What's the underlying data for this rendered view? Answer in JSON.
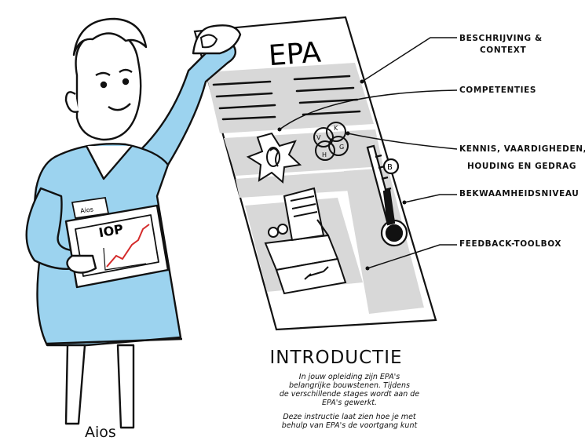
{
  "colors": {
    "ink": "#111111",
    "scrub_blue": "#9cd3ef",
    "panel_grey": "#d8d8d8",
    "skin": "#ffffff",
    "chart_red": "#d42a2a"
  },
  "document": {
    "title": "EPA"
  },
  "badge": "Aios",
  "tablet": {
    "title": "IOP"
  },
  "thermometer_letter": "B",
  "competency_letters": [
    "V",
    "K",
    "H",
    "G"
  ],
  "labels": {
    "beschrijving": [
      "BESCHRIJVING &",
      "CONTEXT"
    ],
    "competenties": "COMPETENTIES",
    "kennis": [
      "KENNIS, VAARDIGHEDEN,",
      "HOUDING EN GEDRAG"
    ],
    "bekwaamheid": "BEKWAAMHEIDSNIVEAU",
    "feedback": "FEEDBACK-TOOLBOX"
  },
  "caption": "Aios",
  "intro": {
    "title": "INTRODUCTIE",
    "paragraph1": [
      "In jouw opleiding zijn EPA's",
      "belangrijke bouwstenen. Tijdens",
      "de verschillende stages wordt aan de",
      "EPA's gewerkt."
    ],
    "paragraph2": [
      "Deze instructie laat zien hoe je met",
      "behulp van EPA's de voortgang kunt"
    ]
  }
}
